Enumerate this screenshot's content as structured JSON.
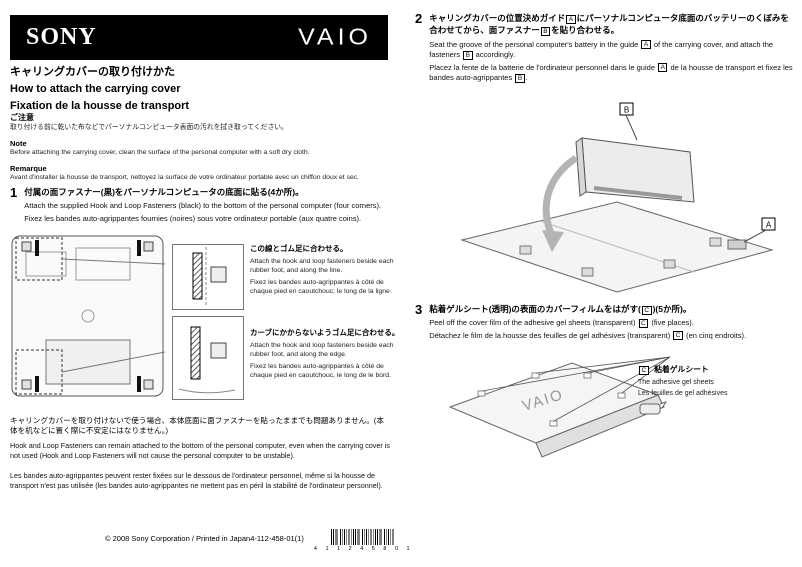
{
  "brand": {
    "sony": "SONY",
    "vaio": "VAIO"
  },
  "titles": {
    "ja": "キャリングカバーの取り付けかた",
    "en": "How to attach the carrying cover",
    "fr": "Fixation de la housse de transport"
  },
  "notice": {
    "ja_label": "ご注意",
    "ja_text": "取り付ける前に乾いた布などでパーソナルコンピュータ表面の汚れを拭き取ってください。",
    "en_label": "Note",
    "en_text": "Before attaching the carrying cover, clean the surface of the personal computer with a soft dry cloth.",
    "fr_label": "Remarque",
    "fr_text": "Avant d'installer la housse de transport, nettoyez la surface de votre ordinateur portable avec un chiffon doux et sec."
  },
  "step1": {
    "number": "1",
    "ja": "付属の面ファスナー(黒)をパーソナルコンピュータの底面に貼る(4か所)。",
    "en": "Attach the supplied Hook and Loop Fasteners (black) to the bottom of the personal computer (four corners).",
    "fr": "Fixez les bandes auto-agrippantes fournies (noires) sous votre ordinateur portable (aux quatre coins).",
    "callout1": {
      "ja": "この線とゴム足に合わせる。",
      "en": "Attach the hook and loop fasteners beside each rubber foot, and along the line.",
      "fr": "Fixez les bandes auto-agrippantes à côté de chaque pied en caoutchouc; le long de la ligne."
    },
    "callout2": {
      "ja": "カーブにかからないようゴム足に合わせる。",
      "en": "Attach the hook and loop fasteners beside each rubber foot, and along the edge.",
      "fr": "Fixez les bandes auto-agrippantes à côté de chaque pied en caoutchouc, le long de le bord."
    },
    "note_ja": "キャリングカバーを取り付けないで使う場合、本体底面に面ファスナーを貼ったままでも問題ありません。(本体を机などに置く際に不安定にはなりません。)",
    "note_en": "Hook and Loop Fasteners can remain attached to the bottom of the personal computer, even when the carrying cover is not used (Hook and Loop Fasteners will not cause the personal computer to be unstable).",
    "note_fr": "Les bandes auto-agrippantes peuvent rester fixées sur le dessous de l'ordinateur personnel, même si la housse de transport n'est pas utilisée (les bandes auto-agrippantes  ne mettent pas en péril la stabilité de l'ordinateur personnel)."
  },
  "step2": {
    "number": "2",
    "ja_parts": [
      "キャリングカバーの位置決めガイド",
      "A",
      "にパーソナルコンピュータ底面のバッテリーのくぼみを合わせてから、面ファスナー",
      "B",
      "を貼り合わせる。"
    ],
    "en_parts": [
      "Seat the groove of the personal computer's battery in the guide ",
      "A",
      " of the carrying cover, and attach the fasteners ",
      "B",
      " accordingly."
    ],
    "fr_parts": [
      "Placez la fente de la batterie de l'ordinateur personnel dans le guide ",
      "A",
      " de la housse de transport et fixez les bandes auto-agrippantes ",
      "B",
      "."
    ],
    "label_a": "A",
    "label_b": "B"
  },
  "step3": {
    "number": "3",
    "ja_parts": [
      "粘着ゲルシート(透明)の表面のカバーフィルムをはがす(",
      "C",
      ")(5か所)。"
    ],
    "en_parts": [
      "Peel off the cover film of the adhesive gel sheets (transparent) ",
      "C",
      " (five places)."
    ],
    "fr_parts": [
      "Détachez le film de la housse des feuilles de gel adhésives (transparent) ",
      "C",
      " (en cinq endroits)."
    ],
    "callout": {
      "label": "C",
      "ja": "粘着ゲルシート",
      "en": "The adhesive gel sheets",
      "fr": "Les feuilles de gel adhésives"
    }
  },
  "footer": {
    "copyright": "© 2008 Sony Corporation / Printed in Japan",
    "code": "4-112-458-01(1)",
    "barcode_digits": "4 1 1 2 4 5 8 0 1"
  }
}
